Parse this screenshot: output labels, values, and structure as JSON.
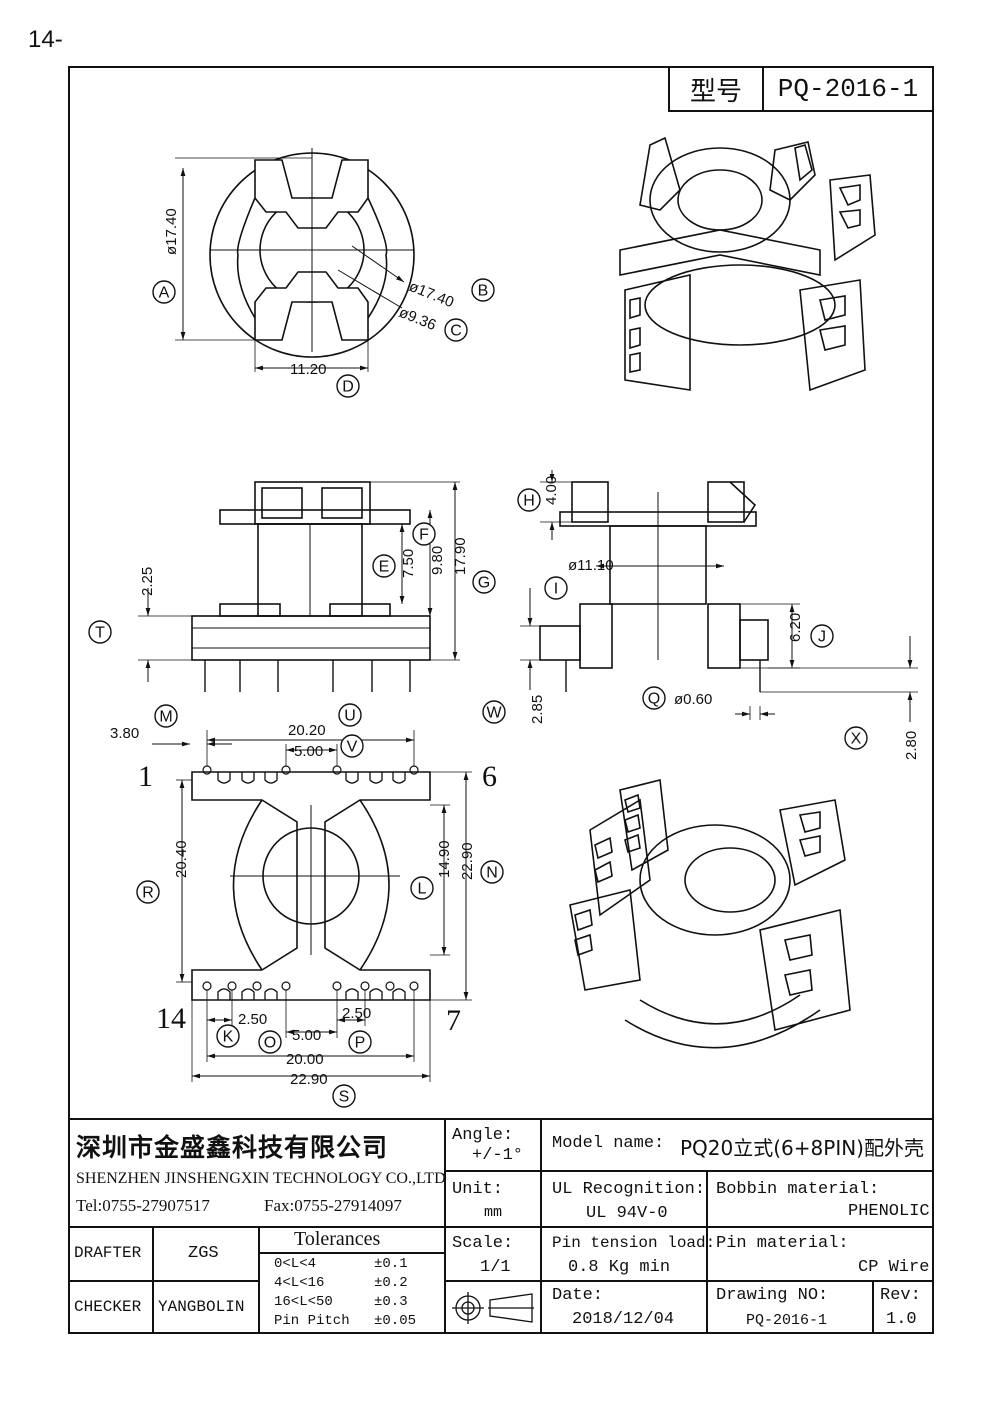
{
  "page_number": "14-",
  "model_box": {
    "label": "型号",
    "value": "PQ-2016-1"
  },
  "dimensions": {
    "A": "ø17.40",
    "B": "ø17.40",
    "C": "ø9.36",
    "D": "11.20",
    "E": "7.50",
    "F": "9.80",
    "G": "17.90",
    "H": "4.00",
    "I": "ø11.10",
    "J": "6.20",
    "T": "2.25",
    "W": "2.85",
    "Q": "ø0.60",
    "X": "2.80",
    "M": "3.80",
    "U": "20.20",
    "V": "5.00",
    "R": "20.40",
    "L": "14.90",
    "N": "22.90",
    "K": "2.50",
    "O": "5.00",
    "P": "2.50",
    "bottom_20": "20.00",
    "S": "22.90"
  },
  "callouts": [
    "A",
    "B",
    "C",
    "D",
    "E",
    "F",
    "G",
    "H",
    "I",
    "J",
    "T",
    "W",
    "Q",
    "X",
    "M",
    "U",
    "V",
    "R",
    "L",
    "N",
    "K",
    "O",
    "P",
    "S"
  ],
  "pin_numbers": {
    "top_left": "1",
    "top_right": "6",
    "bottom_left": "14",
    "bottom_right": "7"
  },
  "title_block": {
    "company_cn": "深圳市金盛鑫科技有限公司",
    "company_en": "SHENZHEN JINSHENGXIN TECHNOLOGY CO.,LTD",
    "tel": "Tel:0755-27907517",
    "fax": "Fax:0755-27914097",
    "angle_label": "Angle:",
    "angle_value": "+/-1°",
    "unit_label": "Unit:",
    "unit_value": "mm",
    "scale_label": "Scale:",
    "scale_value": "1/1",
    "model_name_label": "Model name:",
    "model_name_value": "PQ20立式(6+8PIN)配外壳",
    "ul_label": "UL Recognition:",
    "ul_value": "UL 94V-0",
    "bobbin_label": "Bobbin material:",
    "bobbin_value": "PHENOLIC",
    "pin_tension_label": "Pin tension load:",
    "pin_tension_value": "0.8 Kg min",
    "pin_material_label": "Pin material:",
    "pin_material_value": "CP Wire",
    "date_label": "Date:",
    "date_value": "2018/12/04",
    "drawing_no_label": "Drawing NO:",
    "drawing_no_value": "PQ-2016-1",
    "rev_label": "Rev:",
    "rev_value": "1.0",
    "drafter_label": "DRAFTER",
    "drafter_value": "ZGS",
    "checker_label": "CHECKER",
    "checker_value": "YANGBOLIN",
    "tolerances_title": "Tolerances",
    "tolerances": [
      {
        "range": "0<L<4",
        "value": "±0.1"
      },
      {
        "range": "4<L<16",
        "value": "±0.2"
      },
      {
        "range": "16<L<50",
        "value": "±0.3"
      },
      {
        "range": "Pin Pitch",
        "value": "±0.05"
      }
    ]
  }
}
